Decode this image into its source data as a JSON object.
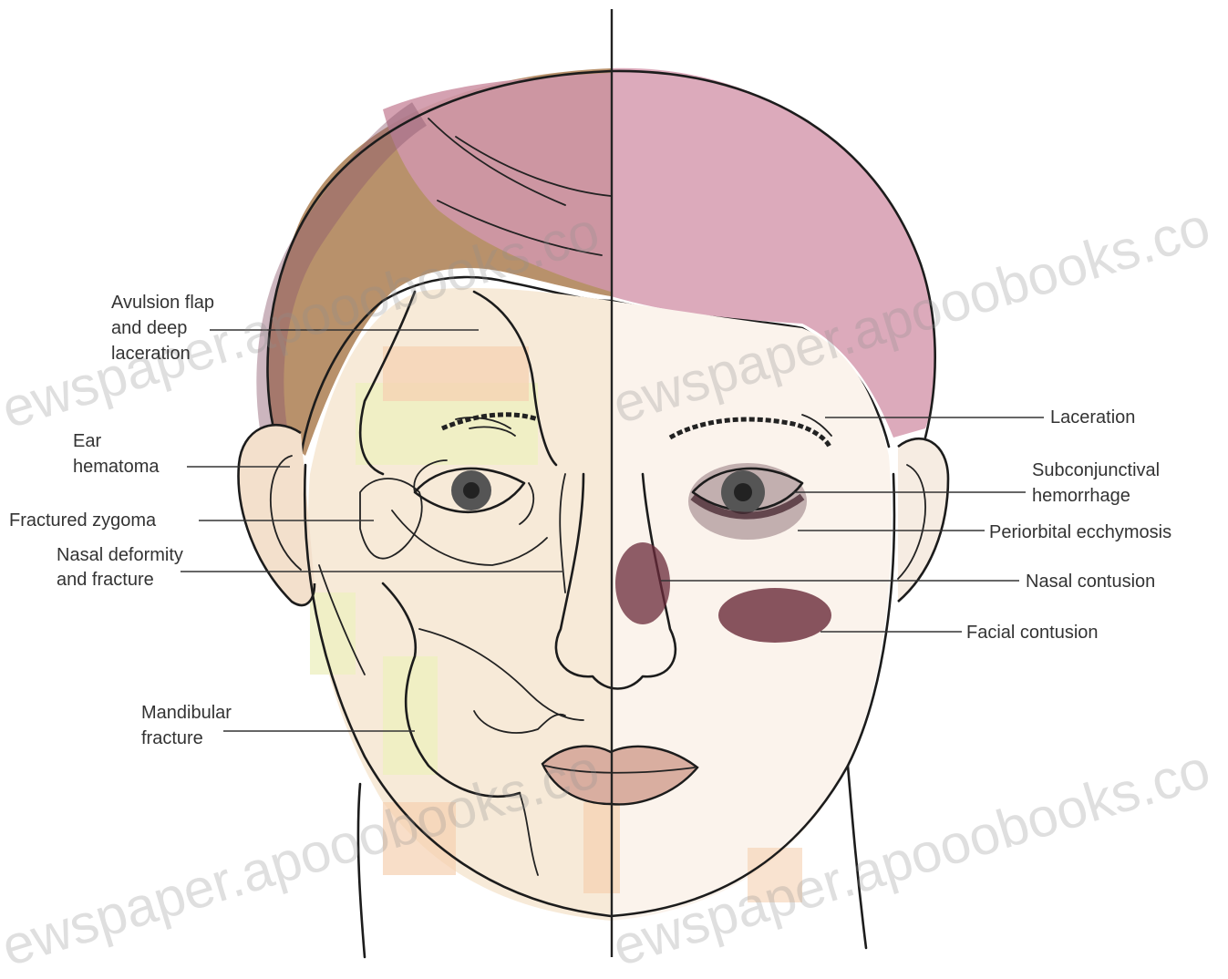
{
  "labels": {
    "avulsion_1": "Avulsion flap",
    "avulsion_2": "and deep",
    "avulsion_3": "laceration",
    "ear_1": "Ear",
    "ear_2": "hematoma",
    "zygoma": "Fractured zygoma",
    "nasal_def_1": "Nasal deformity",
    "nasal_def_2": "and fracture",
    "mandibular_1": "Mandibular",
    "mandibular_2": "fracture",
    "laceration": "Laceration",
    "subconj_1": "Subconjunctival",
    "subconj_2": "hemorrhage",
    "periorbital": "Periorbital ecchymosis",
    "nasal_contusion": "Nasal contusion",
    "facial_contusion": "Facial contusion"
  },
  "watermarks": [
    "ewspaper.apooobooks.co",
    "ewspaper.apooobooks.co",
    "ewspaper.apooobooks.co",
    "ewspaper.apooobooks.co"
  ],
  "colors": {
    "hair_brown": "#b8916b",
    "hair_pink": "#d9a6b8",
    "skin_peach": "#f5d5b8",
    "skin_yellow": "#f0f0c8",
    "bruise": "#6a2a3a"
  }
}
